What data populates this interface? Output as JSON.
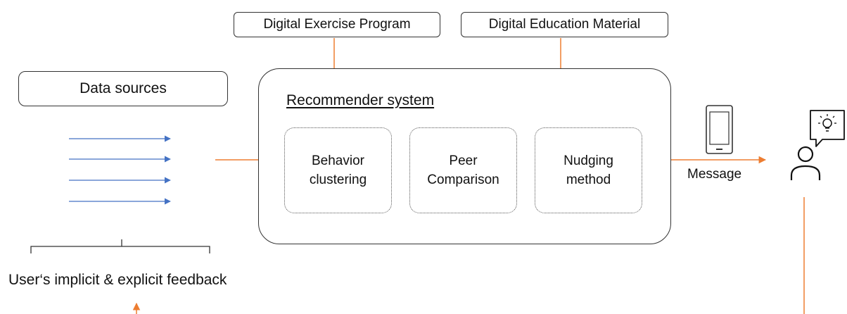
{
  "diagram": {
    "inputs": {
      "exercise_program": "Digital Exercise Program",
      "education_material": "Digital Education Material",
      "data_sources": "Data sources"
    },
    "recommender": {
      "title": "Recommender system",
      "components": [
        {
          "line1": "Behavior",
          "line2": "clustering"
        },
        {
          "line1": "Peer",
          "line2": "Comparison"
        },
        {
          "line1": "Nudging",
          "line2": "method"
        }
      ]
    },
    "output": {
      "message_label": "Message"
    },
    "feedback": {
      "label": "User‘s implicit & explicit feedback"
    },
    "icons": [
      "smartphone-icon",
      "user-icon",
      "lightbulb-speech-bubble-icon"
    ],
    "colors": {
      "orange_arrow": "#ED7D31",
      "blue_arrow": "#4472C4",
      "outline": "#333333"
    }
  }
}
